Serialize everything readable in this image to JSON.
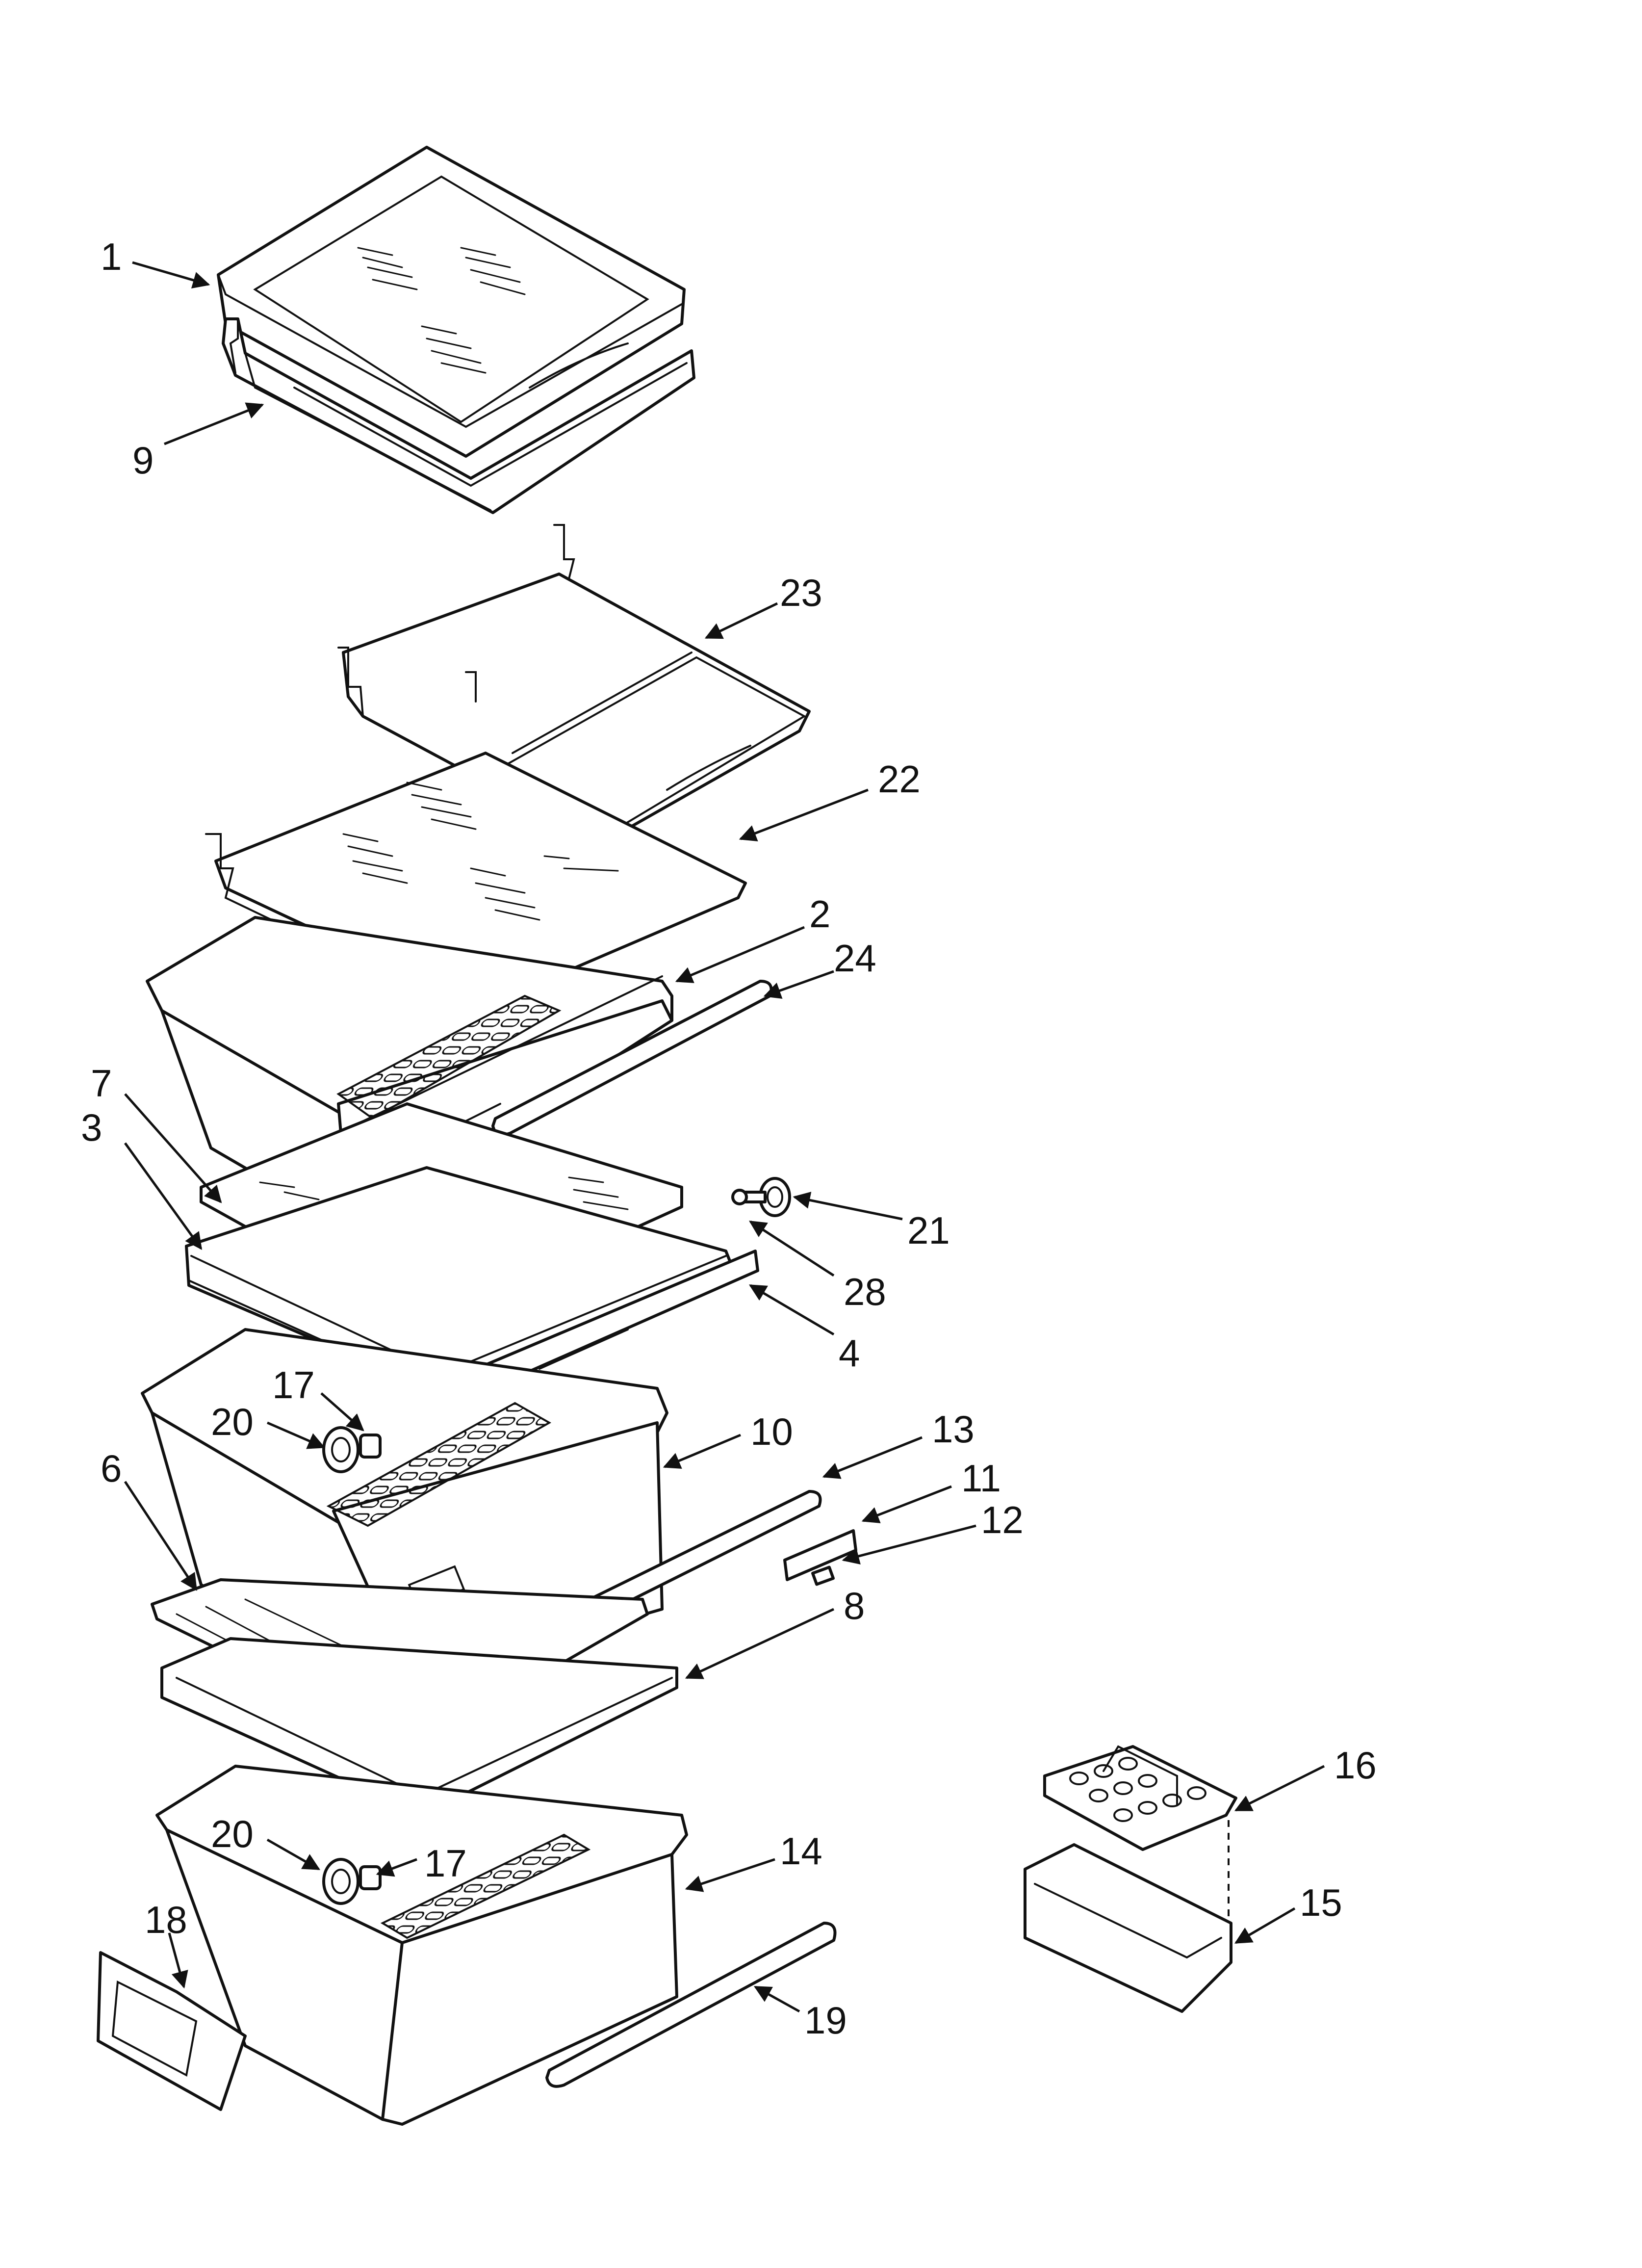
{
  "colors": {
    "line": "#111111",
    "background": "#ffffff"
  },
  "callouts": {
    "c1": "1",
    "c9": "9",
    "c23": "23",
    "c22": "22",
    "c2": "2",
    "c24": "24",
    "c7": "7",
    "c3": "3",
    "c21": "21",
    "c28": "28",
    "c4": "4",
    "c17a": "17",
    "c20a": "20",
    "c10": "10",
    "c6": "6",
    "c13": "13",
    "c11": "11",
    "c12": "12",
    "c8": "8",
    "c16": "16",
    "c20b": "20",
    "c17b": "17",
    "c14": "14",
    "c18": "18",
    "c15": "15",
    "c19": "19"
  }
}
